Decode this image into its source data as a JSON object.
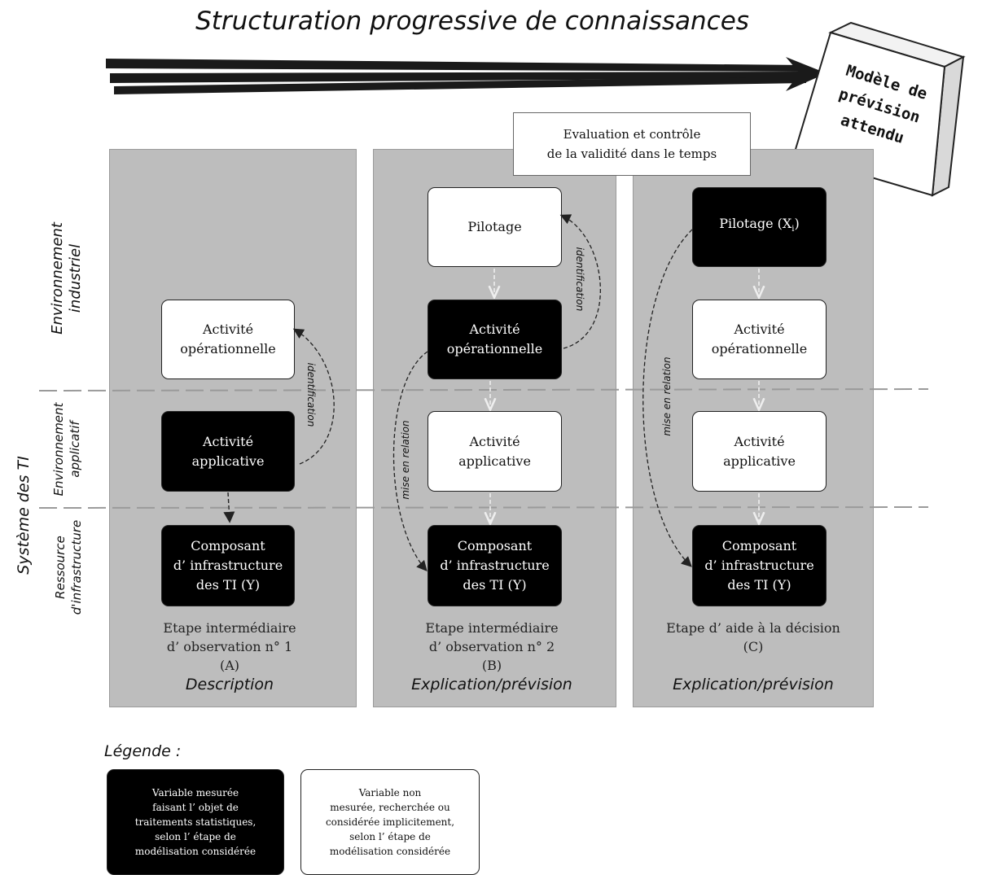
{
  "title": "Structuration progressive de connaissances",
  "target": "Modèle de\nprévision\nattendu",
  "evaluation": "Evaluation et contrôle\nde la validité dans le temps",
  "side_labels": {
    "env_industriel": "Environnement\nindustriel",
    "env_applicatif": "Environnement\napplicatif",
    "ressource": "Ressource\nd'infrastructure",
    "systeme_ti": "Système des TI"
  },
  "columns": [
    {
      "boxes": [
        {
          "text": "Activité\nopérationnelle",
          "style": "white"
        },
        {
          "text": "Activité\napplicative",
          "style": "black"
        },
        {
          "text": "Composant\nd’ infrastructure\ndes TI (Y)",
          "style": "black"
        }
      ],
      "arrow_label": "identification",
      "step": "Etape intermédiaire\nd’ observation n° 1\n(A)",
      "phase": "Description"
    },
    {
      "boxes": [
        {
          "text": "Pilotage",
          "style": "white"
        },
        {
          "text": "Activité\nopérationnelle",
          "style": "black"
        },
        {
          "text": "Activité\napplicative",
          "style": "white"
        },
        {
          "text": "Composant\nd’ infrastructure\ndes TI (Y)",
          "style": "black"
        }
      ],
      "arrow_label": "identification",
      "arrow_label_2": "mise en relation",
      "step": "Etape intermédiaire\nd’ observation n° 2\n(B)",
      "phase": "Explication/prévision"
    },
    {
      "boxes": [
        {
          "text": "Pilotage (X",
          "sub": "i",
          "suffix": ")",
          "style": "black"
        },
        {
          "text": "Activité\nopérationnelle",
          "style": "white"
        },
        {
          "text": "Activité\napplicative",
          "style": "white"
        },
        {
          "text": "Composant\nd’ infrastructure\ndes TI (Y)",
          "style": "black"
        }
      ],
      "arrow_label_2": "mise en relation",
      "step": "Etape d’ aide à la décision\n(C)",
      "phase": "Explication/prévision"
    }
  ],
  "legend": {
    "title": "Légende :",
    "measured": "Variable mesurée\nfaisant l’ objet de\ntraitements statistiques,\nselon l’ étape de\nmodélisation considérée",
    "unmeasured": "Variable non\nmesurée, recherchée ou\nconsidérée implicitement,\nselon l’ étape de\nmodélisation considérée"
  }
}
